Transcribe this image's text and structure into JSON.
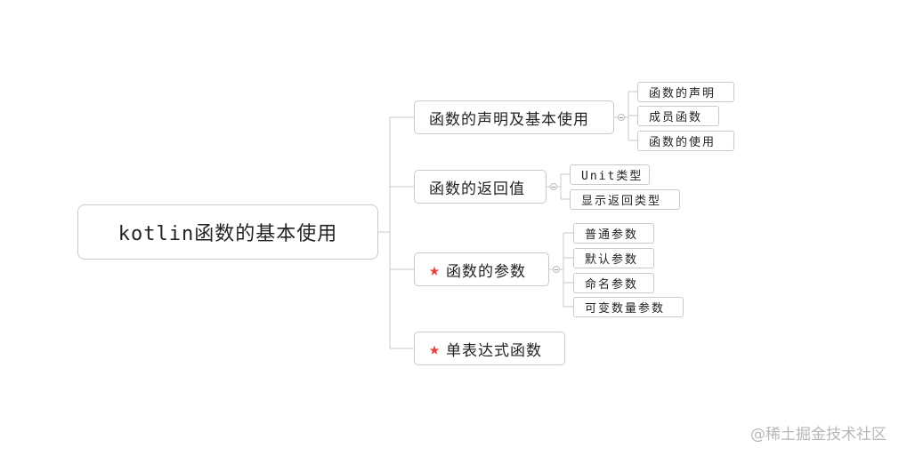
{
  "root": {
    "label": "kotlin函数的基本使用"
  },
  "branches": [
    {
      "label": "函数的声明及基本使用",
      "starred": false,
      "children": [
        "函数的声明",
        "成员函数",
        "函数的使用"
      ]
    },
    {
      "label": "函数的返回值",
      "starred": false,
      "children": [
        "Unit类型",
        "显示返回类型"
      ]
    },
    {
      "label": "函数的参数",
      "starred": true,
      "children": [
        "普通参数",
        "默认参数",
        "命名参数",
        "可变数量参数"
      ]
    },
    {
      "label": "单表达式函数",
      "starred": true,
      "children": []
    }
  ],
  "watermark": "@稀土掘金技术社区",
  "icons": {
    "star": "star-icon",
    "collapse": "collapse-icon"
  },
  "colors": {
    "star": "#e8403d",
    "line": "#c8c8c8",
    "border": "#c9c9c9"
  }
}
